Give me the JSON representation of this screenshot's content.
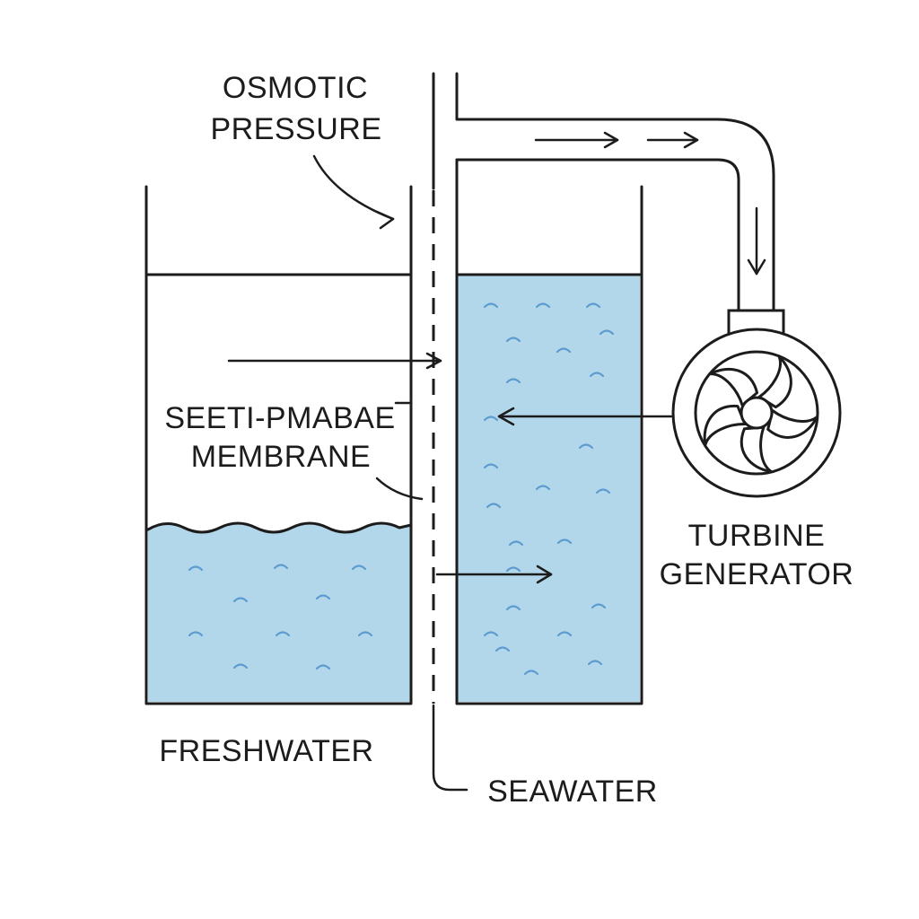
{
  "labels": {
    "osmotic_pressure": [
      "OSMOTIC",
      "PRESSURE"
    ],
    "membrane": [
      "SEETI-PMABAE",
      "MEMBRANE"
    ],
    "turbine_generator": [
      "TURBINE",
      "GENERATOR"
    ],
    "freshwater": "FRESHWATER",
    "seawater": "SEAWATER"
  },
  "colors": {
    "water": "#b3d7ea",
    "wave": "#5b9bd0",
    "line": "#1c1c1c",
    "background": "#ffffff"
  },
  "icons": {
    "turbine": "turbine-icon"
  }
}
